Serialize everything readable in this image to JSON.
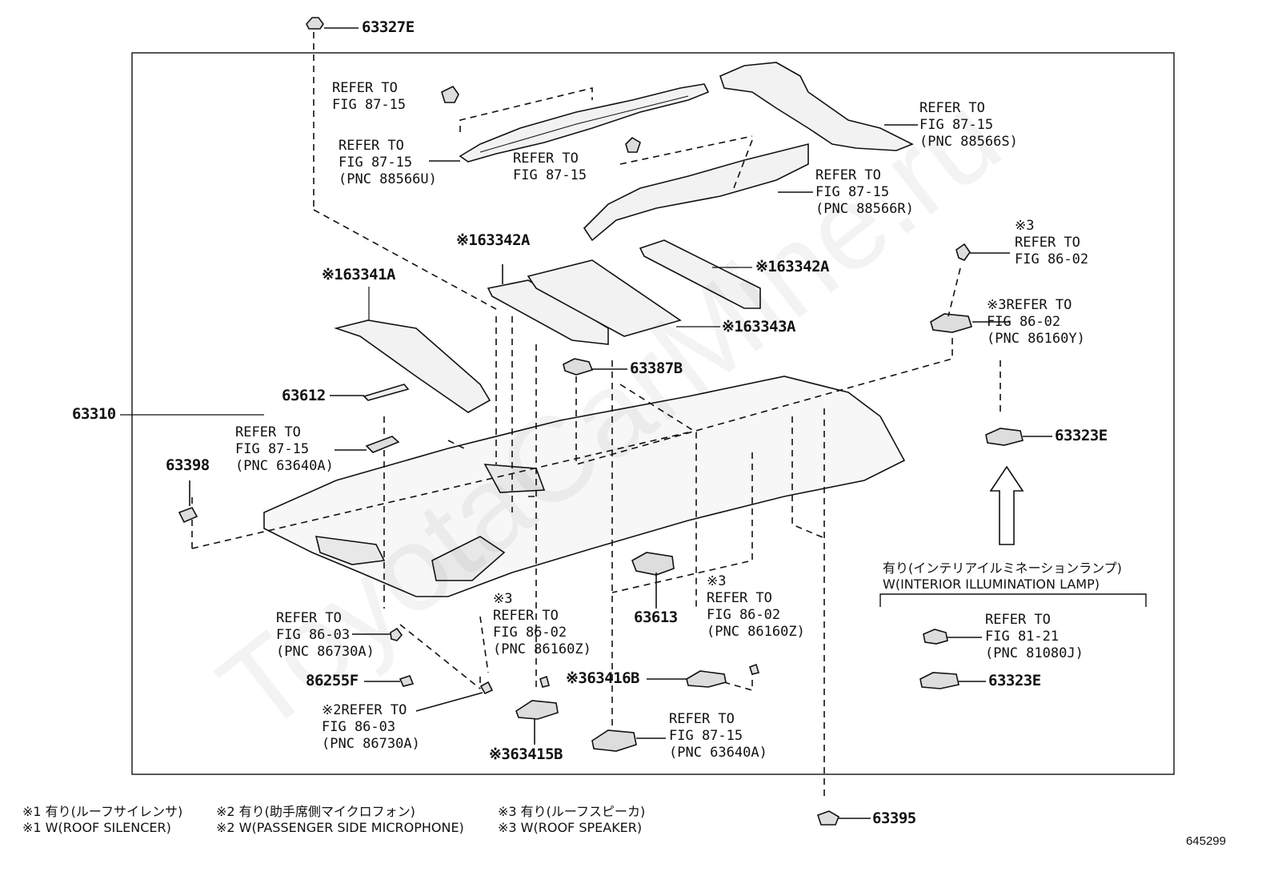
{
  "diagram": {
    "doc_id": "645299",
    "watermark": "ToyotaCarMine.ru",
    "parts": {
      "p63327E": "63327E",
      "p63310": "63310",
      "p63341A": "※163341A",
      "p63342A_left": "※163342A",
      "p63342A_right": "※163342A",
      "p63343A": "※163343A",
      "p63387B": "63387B",
      "p63612": "63612",
      "p63398": "63398",
      "p63323E_top": "63323E",
      "p63613": "63613",
      "p63416B": "※363416B",
      "p63415B": "※363415B",
      "p86255F": "86255F",
      "p63395": "63395",
      "p63323E_box": "63323E"
    },
    "refs": {
      "r1": "REFER TO\nFIG 87-15",
      "r2": "REFER TO\nFIG 87-15\n(PNC 88566U)",
      "r3": "REFER TO\nFIG 87-15",
      "r4": "REFER TO\nFIG 87-15\n(PNC 88566S)",
      "r5": "REFER TO\nFIG 87-15\n(PNC 88566R)",
      "r6": "※3\nREFER TO\nFIG 86-02",
      "r7": "※3REFER TO\nFIG 86-02\n(PNC 86160Y)",
      "r8": "REFER TO\nFIG 87-15\n(PNC 63640A)",
      "r9": "REFER TO\nFIG 86-03\n(PNC 86730A)",
      "r10": "※3\nREFER TO\nFIG 86-02\n(PNC 86160Z)",
      "r11": "※3\nREFER TO\nFIG 86-02\n(PNC 86160Z)",
      "r12": "※2REFER TO\nFIG 86-03\n(PNC 86730A)",
      "r13": "REFER TO\nFIG 87-15\n(PNC 63640A)",
      "r14": "REFER TO\nFIG 81-21\n(PNC 81080J)"
    },
    "option_box": {
      "jp": "有り(インテリアイルミネーションランプ)",
      "en": "W(INTERIOR ILLUMINATION LAMP)"
    },
    "notes": {
      "n1_jp": "※1 有り(ルーフサイレンサ)",
      "n1_en": "※1 W(ROOF SILENCER)",
      "n2_jp": "※2 有り(助手席側マイクロフォン)",
      "n2_en": "※2 W(PASSENGER SIDE MICROPHONE)",
      "n3_jp": "※3 有り(ルーフスピーカ)",
      "n3_en": "※3 W(ROOF SPEAKER)"
    }
  }
}
